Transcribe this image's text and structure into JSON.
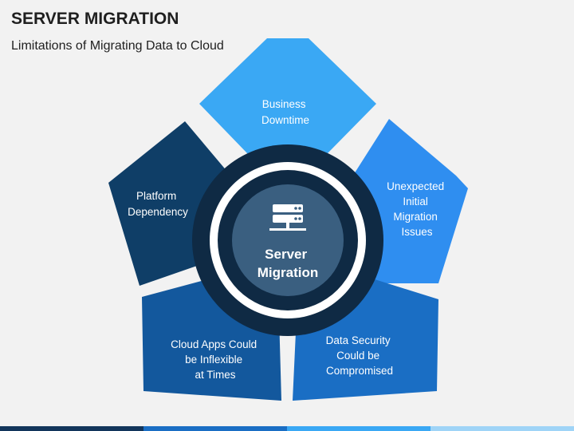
{
  "title": "SERVER MIGRATION",
  "subtitle": "Limitations of Migrating Data to Cloud",
  "center": {
    "line1": "Server",
    "line2": "Migration",
    "icon": "server-icon"
  },
  "segments": [
    {
      "id": "business-downtime",
      "lines": [
        "Business",
        "Downtime"
      ],
      "color": "#3aa8f4"
    },
    {
      "id": "unexpected-initial-migration-issues",
      "lines": [
        "Unexpected",
        "Initial",
        "Migration",
        "Issues"
      ],
      "color": "#2f8ef0"
    },
    {
      "id": "data-security",
      "lines": [
        "Data Security",
        "Could be",
        "Compromised"
      ],
      "color": "#1a6ec4"
    },
    {
      "id": "cloud-apps",
      "lines": [
        "Cloud Apps Could",
        "be Inflexible",
        "at Times"
      ],
      "color": "#13589d"
    },
    {
      "id": "platform-dependency",
      "lines": [
        "Platform",
        "Dependency"
      ],
      "color": "#0f3e67"
    }
  ],
  "colors": {
    "ring_outer": "#0f2a44",
    "ring_white": "#ffffff",
    "ring_inner": "#0f2a44",
    "core": "#3a5f80",
    "bottom_bar": [
      "#12355b",
      "#1a6ec4",
      "#3aa8f4",
      "#9fd4f7"
    ]
  }
}
